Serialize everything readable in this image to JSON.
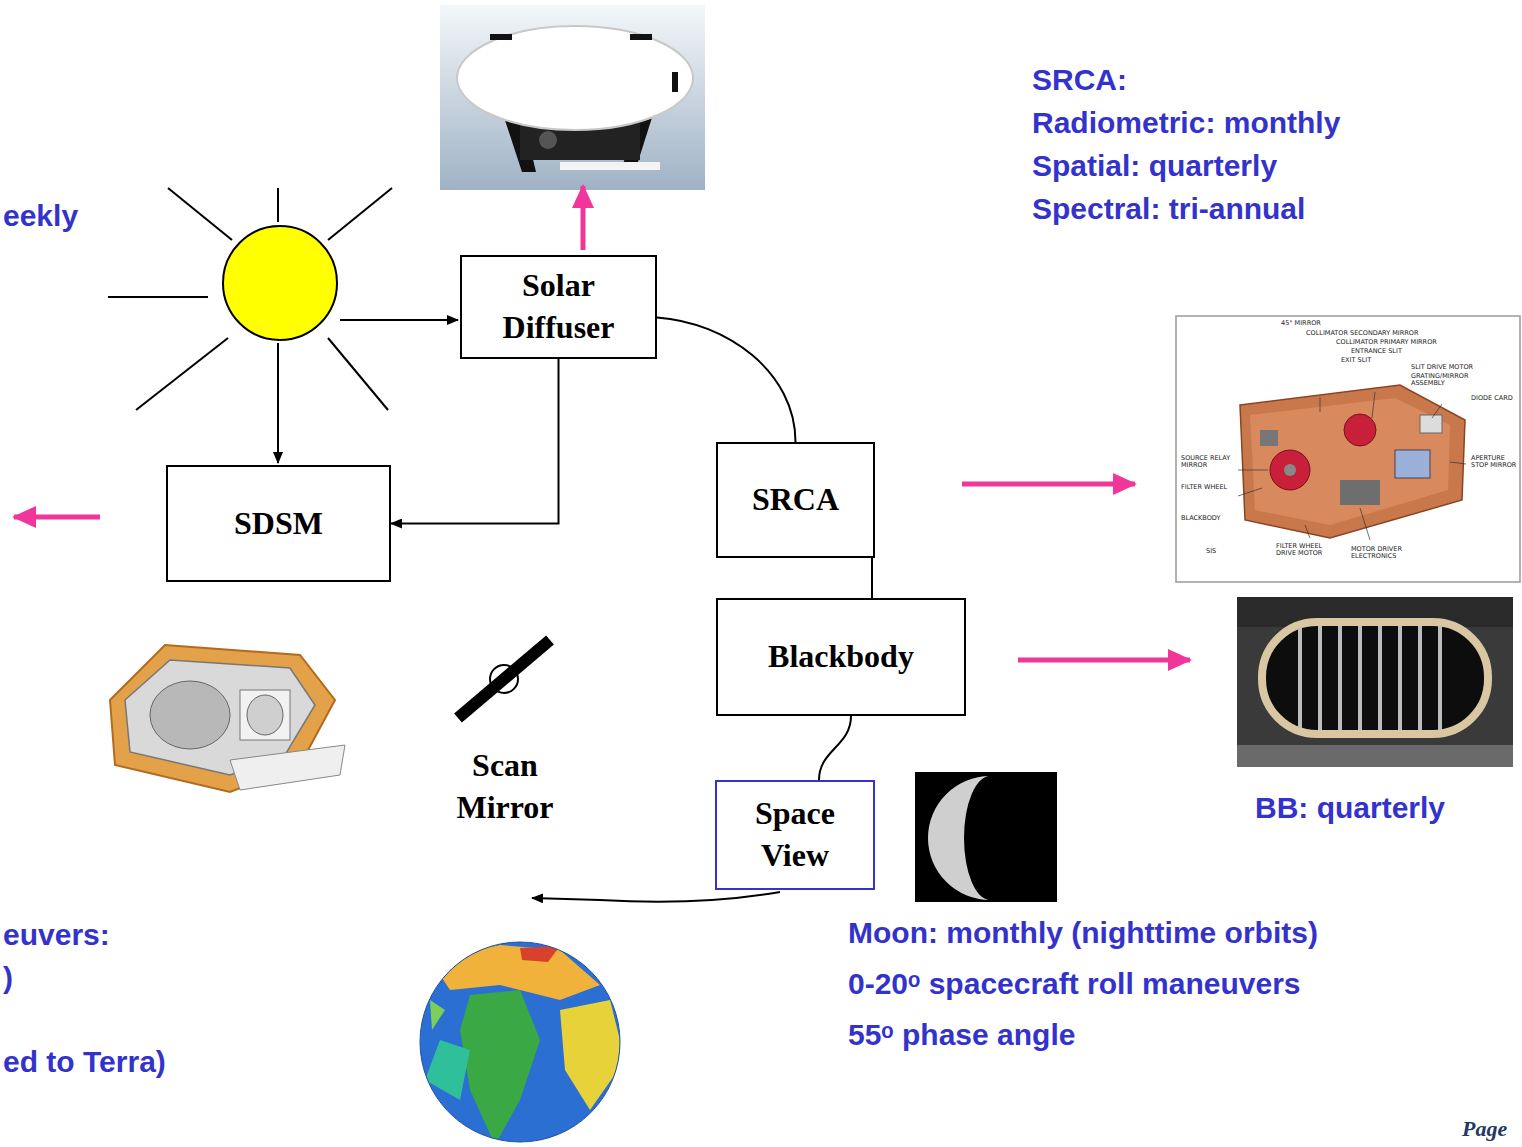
{
  "diagram": {
    "nodes": [
      {
        "text": [
          "Solar Diffuser"
        ]
      },
      {
        "text": [
          "SDSM"
        ]
      },
      {
        "text": [
          "SRCA"
        ]
      },
      {
        "text": [
          "Blackbody"
        ]
      },
      {
        "text": [
          "Space View"
        ]
      }
    ],
    "edges": [
      {
        "from": 0,
        "to": 1,
        "arrow": "to"
      },
      {
        "from": 0,
        "to": 2,
        "arrow": "none"
      },
      {
        "from": 2,
        "to": 3,
        "arrow": "none"
      },
      {
        "from": 3,
        "to": 4,
        "arrow": "none"
      }
    ],
    "labels": [
      "eekly",
      "SRCA:",
      "Radiometric: monthly",
      "Spatial: quarterly",
      "Spectral: tri-annual",
      "45° MIRROR",
      "COLLIMATOR SECONDARY MIRROR",
      "COLLIMATOR PRIMARY MIRROR",
      "ENTRANCE SLIT",
      "EXIT SLIT",
      "SLIT DRIVE MOTOR",
      "GRATING/MIRROR ASSEMBLY",
      "DIODE CARD",
      "SOURCE RELAY MIRROR",
      "FILTER WHEEL",
      "BLACKBODY",
      "SIS",
      "FILTER WHEEL DRIVE MOTOR",
      "MOTOR DRIVER ELECTRONICS",
      "APERTURE STOP MIRROR",
      "Scan Mirror",
      "BB: quarterly",
      "euvers:",
      ")",
      "ed to Terra)",
      "Moon: monthly (nighttime orbits)",
      "0-20ᵒ spacecraft roll maneuvers",
      "55ᵒ phase angle",
      "Page"
    ]
  }
}
